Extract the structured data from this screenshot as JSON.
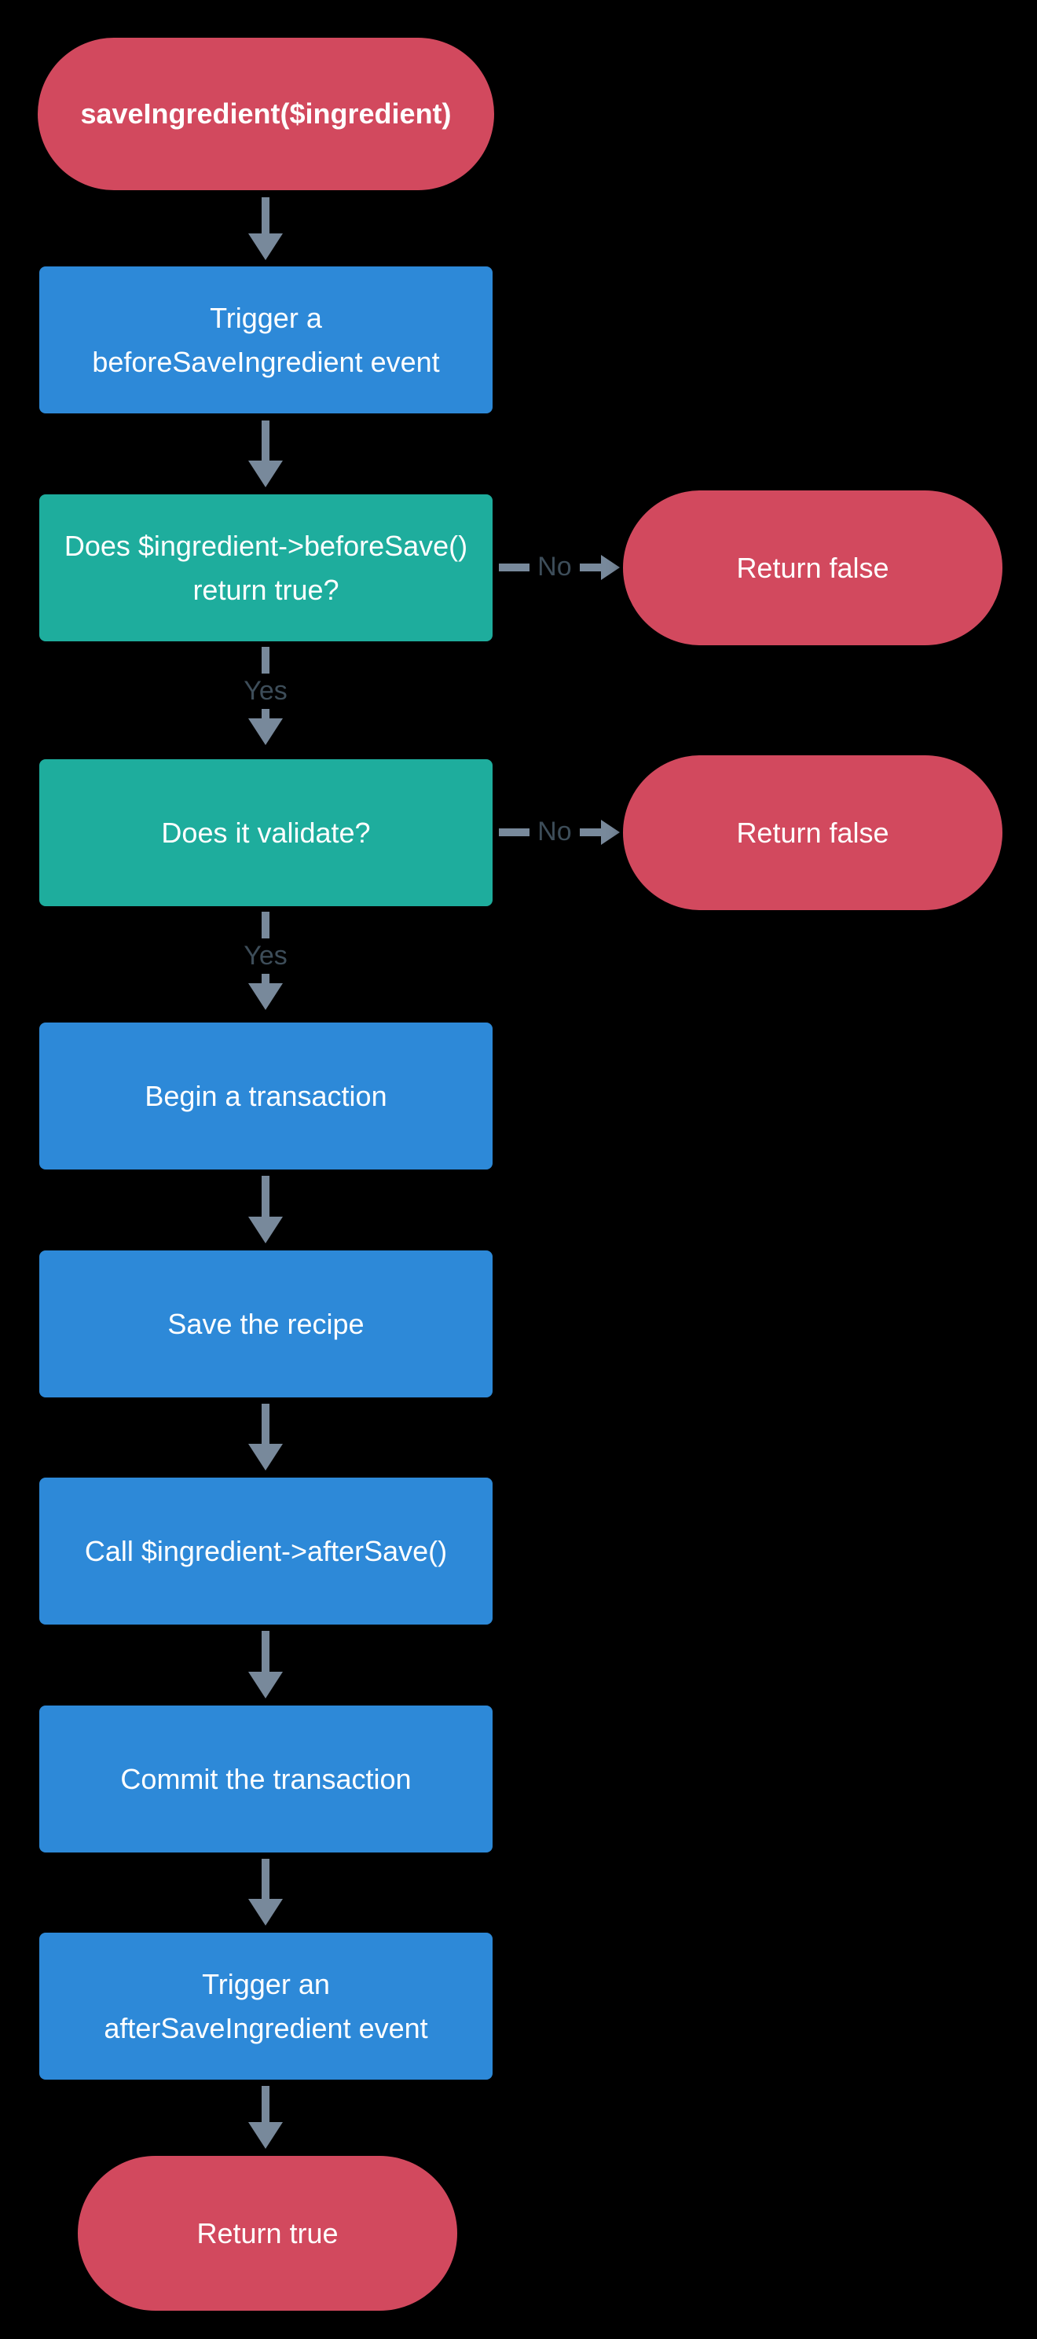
{
  "colors": {
    "background": "#000000",
    "process": "#2d89d8",
    "decision": "#1ead9d",
    "terminator": "#d2495e",
    "arrow": "#78899b",
    "edge_label": "#3d4d59",
    "node_text": "#ffffff"
  },
  "nodes": {
    "start": {
      "type": "terminator",
      "label": "saveIngredient($ingredient)"
    },
    "trigger_before": {
      "type": "process",
      "label": "Trigger a\nbeforeSaveIngredient event"
    },
    "beforesave_check": {
      "type": "decision",
      "label": "Does $ingredient->beforeSave()\nreturn true?"
    },
    "return_false_1": {
      "type": "terminator",
      "label": "Return false"
    },
    "validate_check": {
      "type": "decision",
      "label": "Does it validate?"
    },
    "return_false_2": {
      "type": "terminator",
      "label": "Return false"
    },
    "begin_transaction": {
      "type": "process",
      "label": "Begin a transaction"
    },
    "save_recipe": {
      "type": "process",
      "label": "Save the recipe"
    },
    "call_aftersave": {
      "type": "process",
      "label": "Call $ingredient->afterSave()"
    },
    "commit_transaction": {
      "type": "process",
      "label": "Commit the transaction"
    },
    "trigger_after": {
      "type": "process",
      "label": "Trigger an\nafterSaveIngredient event"
    },
    "return_true": {
      "type": "terminator",
      "label": "Return true"
    }
  },
  "edge_labels": {
    "beforesave_no": "No",
    "beforesave_yes": "Yes",
    "validate_no": "No",
    "validate_yes": "Yes"
  }
}
